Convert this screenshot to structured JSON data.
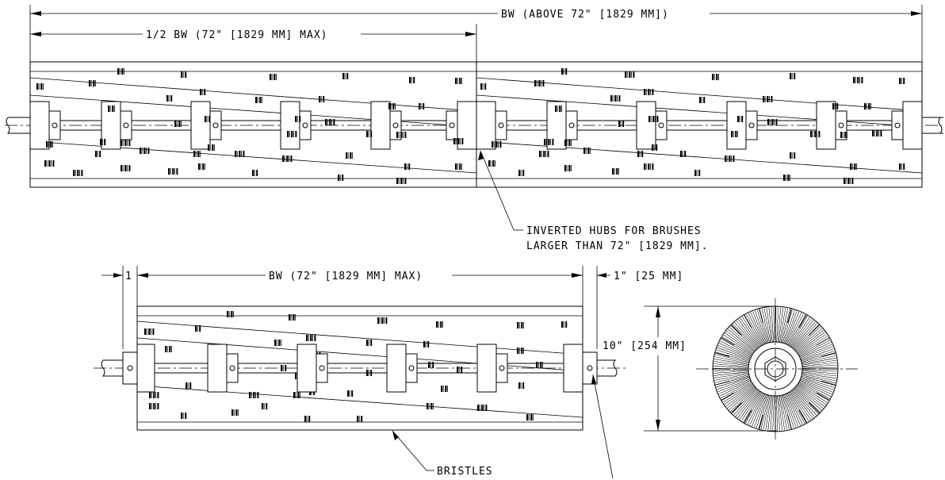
{
  "top_view": {
    "overall_dimension": "BW (ABOVE 72\" [1829 MM])",
    "half_dimension": "1/2 BW (72\" [1829 MM] MAX)",
    "hub_note_line1": "INVERTED HUBS FOR BRUSHES",
    "hub_note_line2": "LARGER THAN 72\" [1829 MM]."
  },
  "bottom_view": {
    "left_offset": "1",
    "width_dimension": "BW (72\" [1829 MM] MAX)",
    "right_offset": "1\" [25 MM]",
    "bristles_label": "BRISTLES"
  },
  "end_view": {
    "diameter": "10\" [254 MM]"
  }
}
